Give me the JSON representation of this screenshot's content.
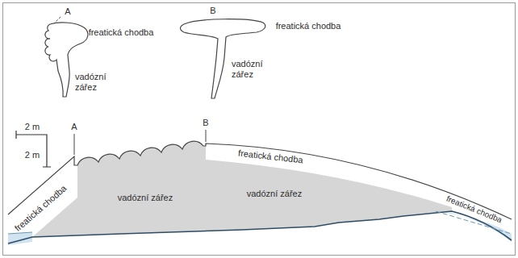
{
  "diagram": {
    "labels": [
      "A",
      "freatická chodba",
      "vadózní zářez",
      "B",
      "freatická chodba",
      "vadózní zářez",
      "A",
      "B",
      "2 m",
      "2 m",
      "freatická chodba",
      "vadózní zářez",
      "vadózní zářez",
      "freatická chodba",
      "freatická chodba"
    ]
  }
}
